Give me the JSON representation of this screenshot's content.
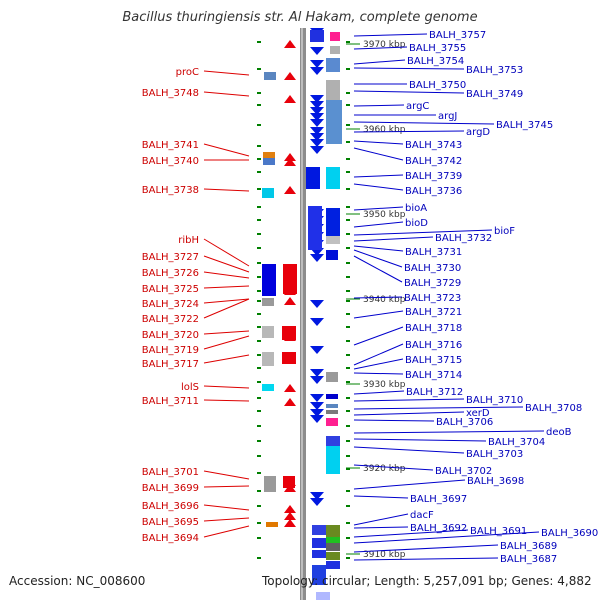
{
  "title": "Bacillus thuringiensis str. Al Hakam, complete genome",
  "footer": {
    "accession": "Accession: NC_008600",
    "topology": "Topology: circular; Length: 5,257,091 bp; Genes: 4,882"
  },
  "colors": {
    "left_label": "#cc0000",
    "right_label": "#0000bb",
    "forward_arrow": "#e8000b",
    "reverse_arrow": "#0018e0",
    "backbone": "#8c8c8c",
    "tick": "#008000",
    "leader_left": "#dd0000",
    "leader_right": "#0000cc"
  },
  "scale_labels": [
    "3970 kbp",
    "3960 kbp",
    "3950 kbp",
    "3940 kbp",
    "3930 kbp",
    "3920 kbp",
    "3910 kbp"
  ],
  "left_labels": [
    "proC",
    "BALH_3748",
    "BALH_3741",
    "BALH_3740",
    "BALH_3738",
    "ribH",
    "BALH_3727",
    "BALH_3726",
    "BALH_3725",
    "BALH_3724",
    "BALH_3722",
    "BALH_3720",
    "BALH_3719",
    "BALH_3717",
    "lolS",
    "BALH_3711",
    "BALH_3701",
    "BALH_3699",
    "BALH_3696",
    "BALH_3695",
    "BALH_3694"
  ],
  "right_labels": [
    "BALH_3757",
    "BALH_3755",
    "BALH_3754",
    "BALH_3753",
    "BALH_3750",
    "BALH_3749",
    "argC",
    "argJ",
    "BALH_3745",
    "argD",
    "BALH_3743",
    "BALH_3742",
    "BALH_3739",
    "BALH_3736",
    "bioA",
    "bioD",
    "bioF",
    "BALH_3732",
    "BALH_3731",
    "BALH_3730",
    "BALH_3729",
    "BALH_3723",
    "BALH_3721",
    "BALH_3718",
    "BALH_3716",
    "BALH_3715",
    "BALH_3714",
    "BALH_3712",
    "BALH_3710",
    "BALH_3708",
    "xerD",
    "BALH_3706",
    "deoB",
    "BALH_3704",
    "BALH_3703",
    "BALH_3702",
    "BALH_3698",
    "BALH_3697",
    "dacF",
    "BALH_3692",
    "BALH_3691",
    "BALH_3690",
    "BALH_3689",
    "BALH_3687"
  ]
}
